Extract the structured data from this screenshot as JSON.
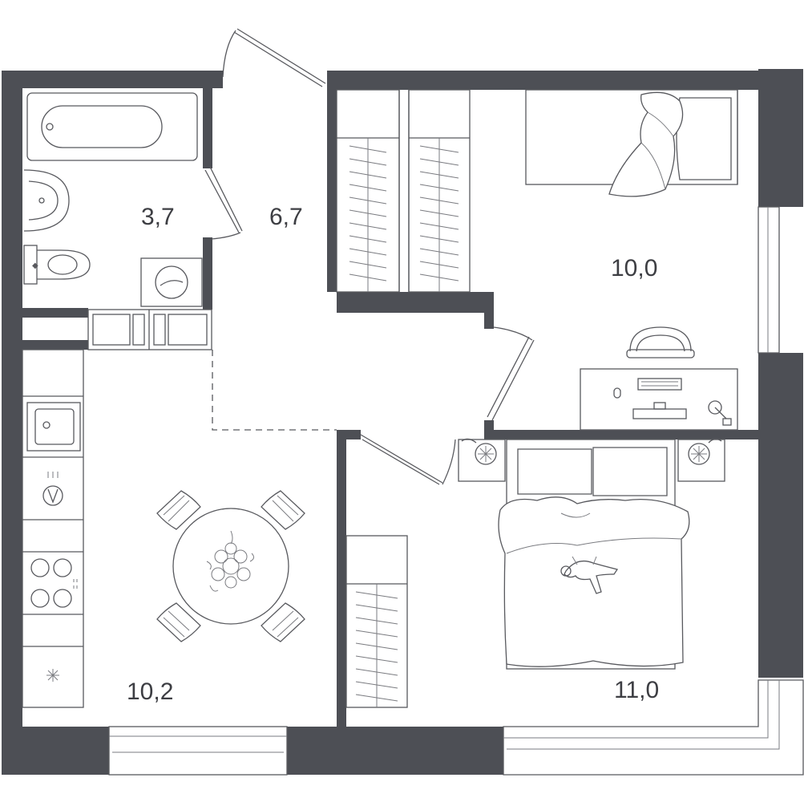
{
  "plan": {
    "rooms": [
      {
        "id": "bathroom",
        "area": "3,7"
      },
      {
        "id": "hallway",
        "area": "6,7"
      },
      {
        "id": "bedroom-upper",
        "area": "10,0"
      },
      {
        "id": "kitchen-dining",
        "area": "10,2"
      },
      {
        "id": "bedroom-lower",
        "area": "11,0"
      }
    ],
    "icons": [
      "bathtub-icon",
      "sink-icon",
      "toilet-icon",
      "washing-machine-icon",
      "wardrobe-icon",
      "bed-icon",
      "desk-icon",
      "chair-icon",
      "kitchen-sink-icon",
      "stove-icon",
      "round-table-icon",
      "plant-icon",
      "cat-icon",
      "nightstand-lamp-icon",
      "fridge-icon"
    ],
    "colors": {
      "wall": "#4d4f55",
      "line": "#58595e",
      "background": "#ffffff"
    }
  }
}
